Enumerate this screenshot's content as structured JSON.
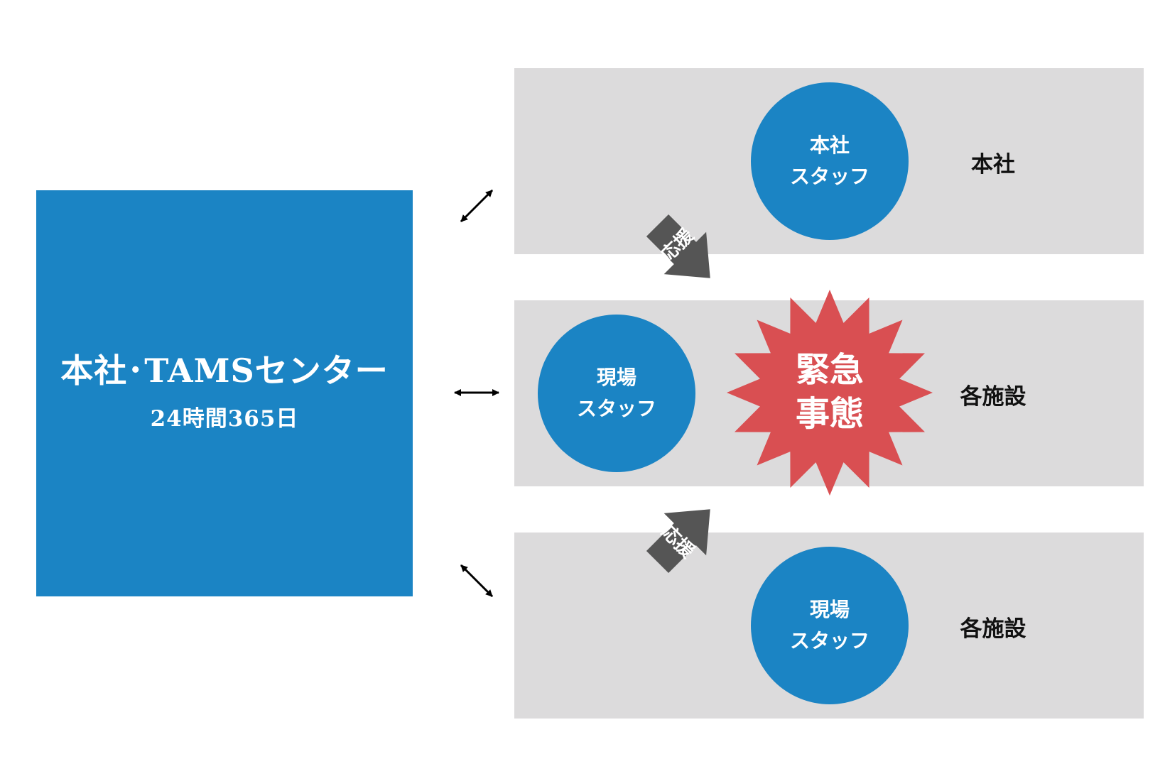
{
  "center": {
    "title": "本社･TAMSセンター",
    "subtitle": "24時間365日"
  },
  "bands": [
    {
      "label": "本社",
      "circle": [
        "本社",
        "スタッフ"
      ]
    },
    {
      "label": "各施設",
      "circle": [
        "現場",
        "スタッフ"
      ]
    },
    {
      "label": "各施設",
      "circle": [
        "現場",
        "スタッフ"
      ]
    }
  ],
  "emergency": {
    "line1": "緊急",
    "line2": "事態"
  },
  "support_arrows": [
    {
      "label": "応援"
    },
    {
      "label": "応援"
    }
  ],
  "colors": {
    "blue": "#1b84c4",
    "band_gray": "#dcdbdc",
    "burst_red": "#d94f52",
    "arrow_gray": "#555555"
  }
}
